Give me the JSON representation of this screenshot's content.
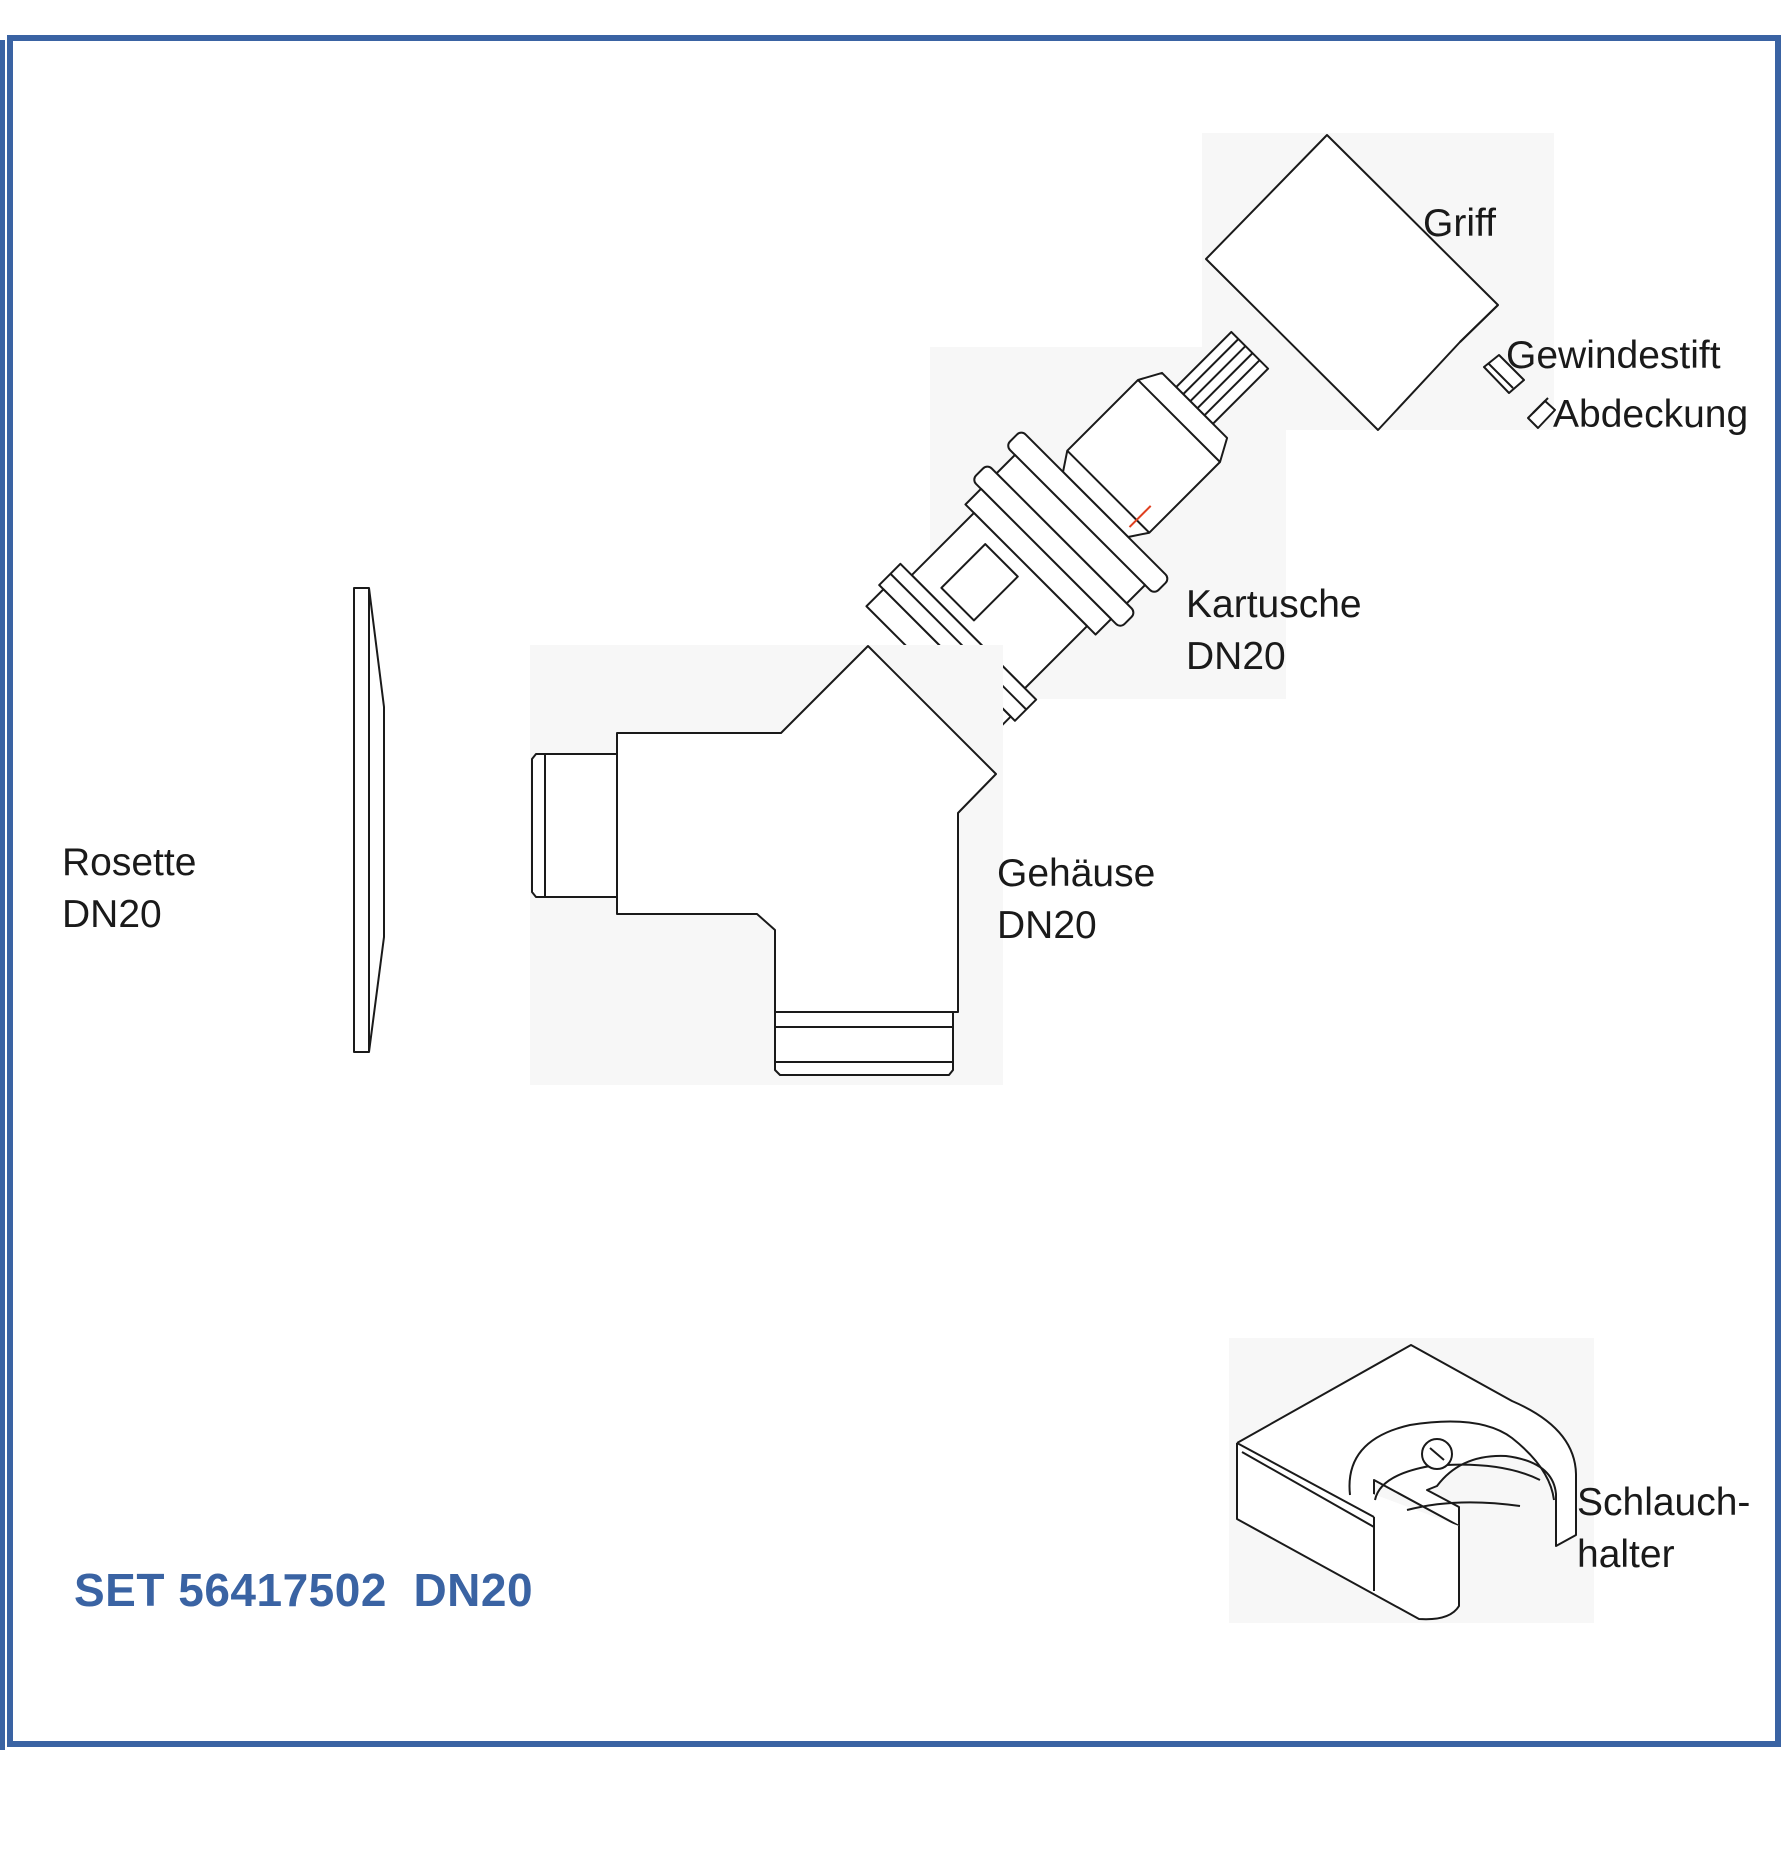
{
  "labels": {
    "griff": "Griff",
    "gewindestift": "Gewindestift",
    "abdeckung": "Abdeckung",
    "kartusche_line1": "Kartusche",
    "kartusche_line2": "DN20",
    "rosette_line1": "Rosette",
    "rosette_line2": "DN20",
    "gehaeuse_line1": "Gehäuse",
    "gehaeuse_line2": "DN20",
    "schlauchhalter_line1": "Schlauch-",
    "schlauchhalter_line2": "halter"
  },
  "set_title": "SET 56417502  DN20",
  "colors": {
    "frame": "#3a63a3",
    "title": "#3a63a3",
    "line": "#1a1a1a",
    "part_background": "#f7f7f7",
    "accent_red": "#e04020"
  }
}
